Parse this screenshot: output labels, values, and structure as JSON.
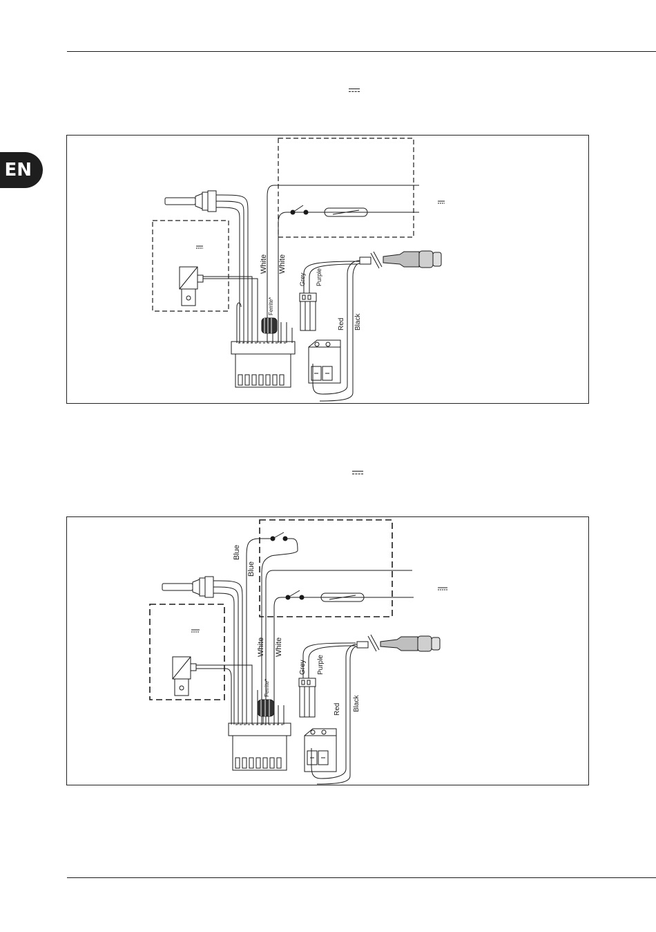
{
  "page": {
    "language_tab": "EN"
  },
  "diagram_1": {
    "labels": {
      "white_1": "White",
      "white_2": "White",
      "ferrite": "Ferrite*",
      "grey": "Grey",
      "purple": "Purple",
      "red": "Red",
      "black": "Black"
    }
  },
  "diagram_2": {
    "labels": {
      "blue_1": "Blue",
      "blue_2": "Blue",
      "white_1": "White",
      "white_2": "White",
      "ferrite": "Ferrite*",
      "grey": "Grey",
      "purple": "Purple",
      "red": "Red",
      "black": "Black"
    }
  },
  "colors": {
    "line": "#1a1a1a",
    "connector_grey": "#bfbfbf",
    "ferrite": "#333333",
    "tab": "#1e1e1e"
  },
  "icons": [
    "dc-symbol",
    "antenna-icon",
    "relay-icon",
    "switch-icon",
    "ferrite-icon",
    "terminal-block-icon",
    "connector-icon",
    "plug-icon"
  ]
}
